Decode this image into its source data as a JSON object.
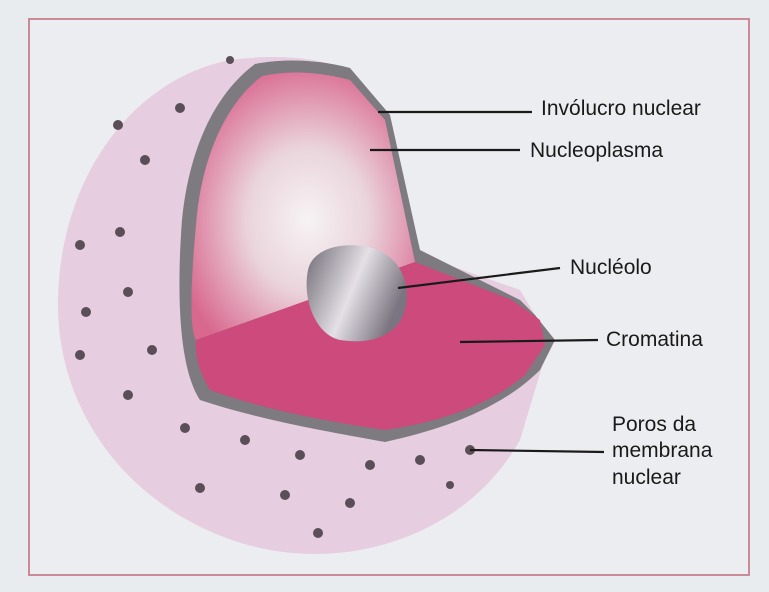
{
  "labels": {
    "envelope": "Invólucro nuclear",
    "nucleoplasm": "Nucleoplasma",
    "nucleolus": "Nucléolo",
    "chromatin": "Cromatina",
    "pores_line1": "Poros da",
    "pores_line2": "membrana",
    "pores_line3": "nuclear"
  },
  "colors": {
    "sphere": "#e6cde0",
    "envelope_rim": "#7d7a80",
    "nucleoplasm": "#d8658f",
    "chromatin": "#cc4a7c",
    "nucleolus": "#8a8590",
    "pore": "#5a4e58",
    "leader_line": "#1a1a1a",
    "frame": "#c98c97"
  }
}
